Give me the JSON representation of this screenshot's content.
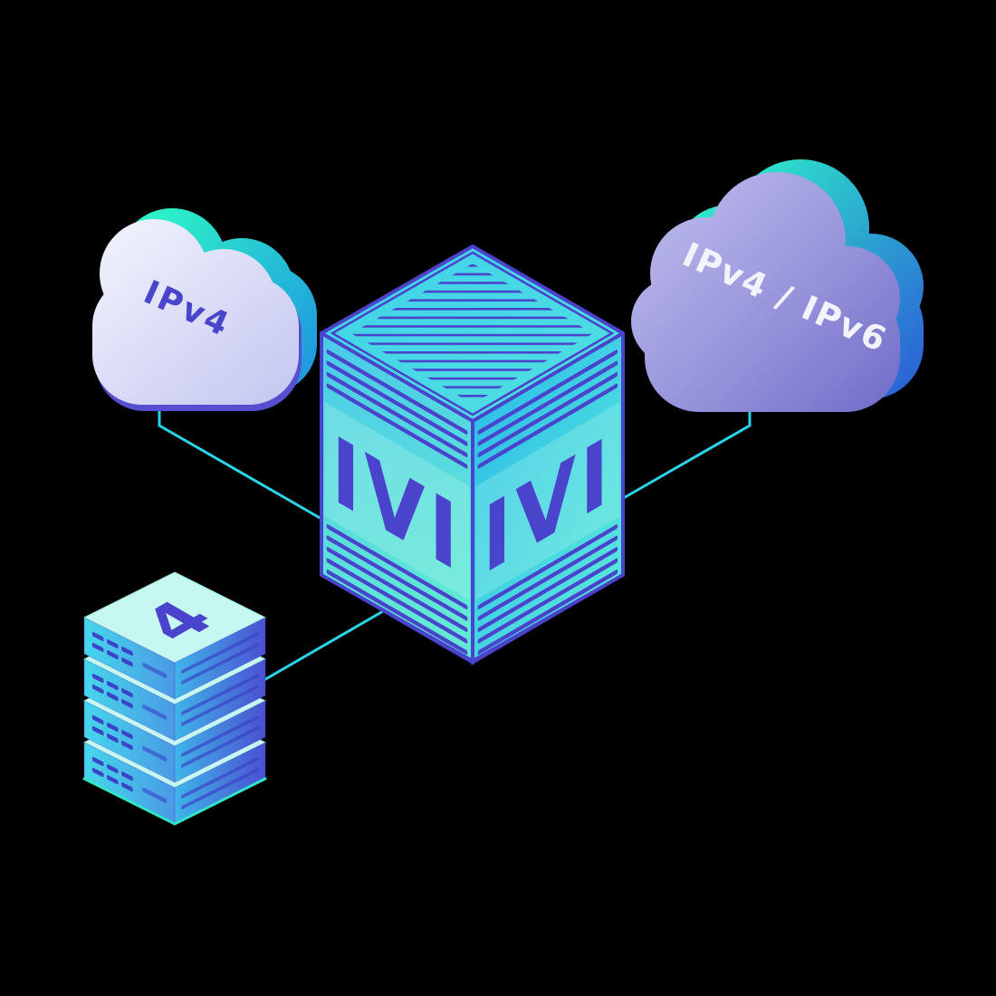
{
  "scene": {
    "description": "Isometric network diagram: IVI translator box between an IPv4 cloud and an IPv4/IPv6 cloud, connected to a server stack",
    "background_color": "#000000",
    "left_cloud": {
      "label": "IPv4",
      "label_color": "#4a43cb",
      "body_color_top": "#f1f2fd",
      "body_color_bottom": "#c5c7f0",
      "accent_color": "#2df2c8"
    },
    "right_cloud": {
      "label": "IPv4 / IPv6",
      "label_color": "#f2f3fd",
      "body_color_top": "#bab8ec",
      "body_color_bottom": "#6e6ac8",
      "accent_color": "#2df2c8"
    },
    "translator_box": {
      "left_face_label": "IVI",
      "right_face_label": "IVI",
      "face_color": "#3ecbe9",
      "line_color": "#4a43cb"
    },
    "server_stack": {
      "top_label": "4",
      "unit_count": 4,
      "top_color": "#c6f8f1",
      "vent_color": "#3b43c6",
      "base_glow_color": "#2fe6c6"
    },
    "connector_color": "#29d4e8"
  }
}
